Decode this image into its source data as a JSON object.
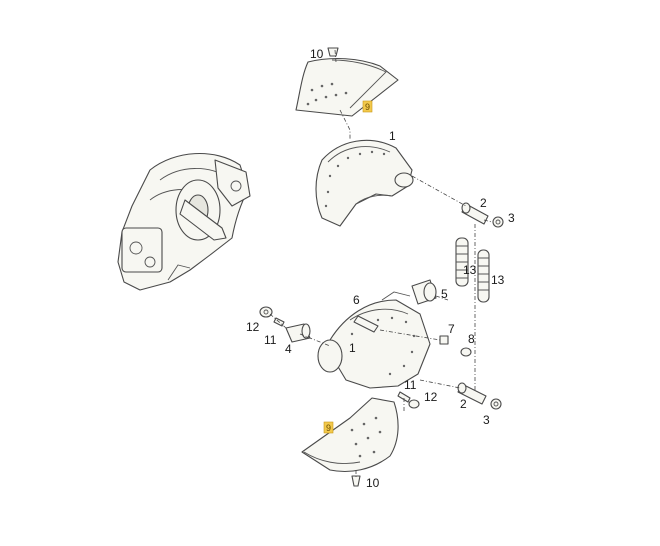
{
  "callouts": {
    "top_10": "10",
    "top_9": "9",
    "upper_1": "1",
    "upper_2": "2",
    "upper_3": "3",
    "mid_13a": "13",
    "mid_13b": "13",
    "mid_5": "5",
    "mid_6": "6",
    "mid_7": "7",
    "mid_8": "8",
    "left_12": "12",
    "left_11": "11",
    "left_4": "4",
    "lower_1": "1",
    "lower_11": "11",
    "lower_12": "12",
    "lower_2": "2",
    "lower_3": "3",
    "bottom_9": "9",
    "bottom_10": "10"
  },
  "colors": {
    "highlight": "#f2c94c",
    "line": "#4a4a4a",
    "background": "#ffffff"
  }
}
